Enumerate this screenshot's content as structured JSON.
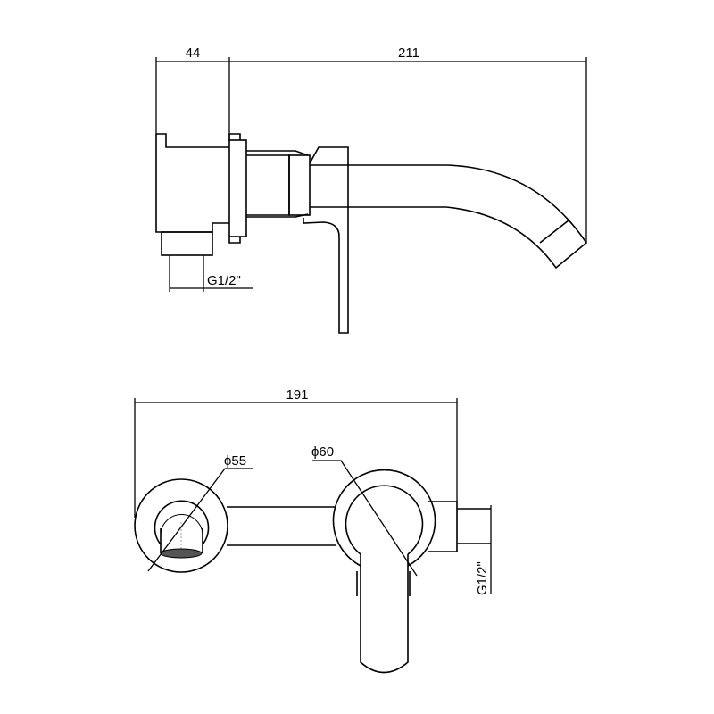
{
  "side_view": {
    "dim_wall_depth": "44",
    "dim_projection": "211",
    "thread_label": "G1/2\""
  },
  "front_view": {
    "dim_width": "191",
    "spout_diameter": "ϕ55",
    "handle_diameter": "ϕ60",
    "thread_label": "G1/2\""
  },
  "colors": {
    "line": "#000000",
    "background": "#ffffff"
  }
}
